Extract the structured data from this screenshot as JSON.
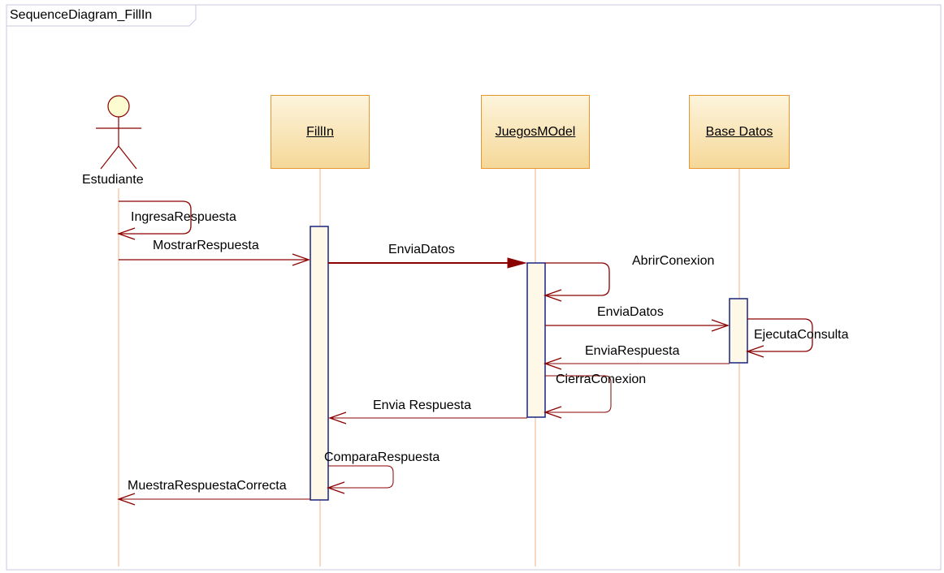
{
  "frame": {
    "title": "SequenceDiagram_FillIn"
  },
  "actor": {
    "name": "Estudiante"
  },
  "lifelines": [
    {
      "name": "FillIn"
    },
    {
      "name": "JuegosMOdel"
    },
    {
      "name": "Base Datos"
    }
  ],
  "messages": [
    {
      "label": "IngresaRespuesta"
    },
    {
      "label": "MostrarRespuesta"
    },
    {
      "label": "EnviaDatos"
    },
    {
      "label": "AbrirConexion"
    },
    {
      "label": "EnviaDatos"
    },
    {
      "label": "EjecutaConsulta"
    },
    {
      "label": "EnviaRespuesta"
    },
    {
      "label": "CierraConexion"
    },
    {
      "label": "Envia Respuesta"
    },
    {
      "label": "ComparaRespuesta"
    },
    {
      "label": "MuestraRespuestaCorrecta"
    }
  ],
  "colors": {
    "message": "#8b0000",
    "activation_border": "#1a237e",
    "lifeline": "#f0b080",
    "frame": "#c8c8e0"
  }
}
